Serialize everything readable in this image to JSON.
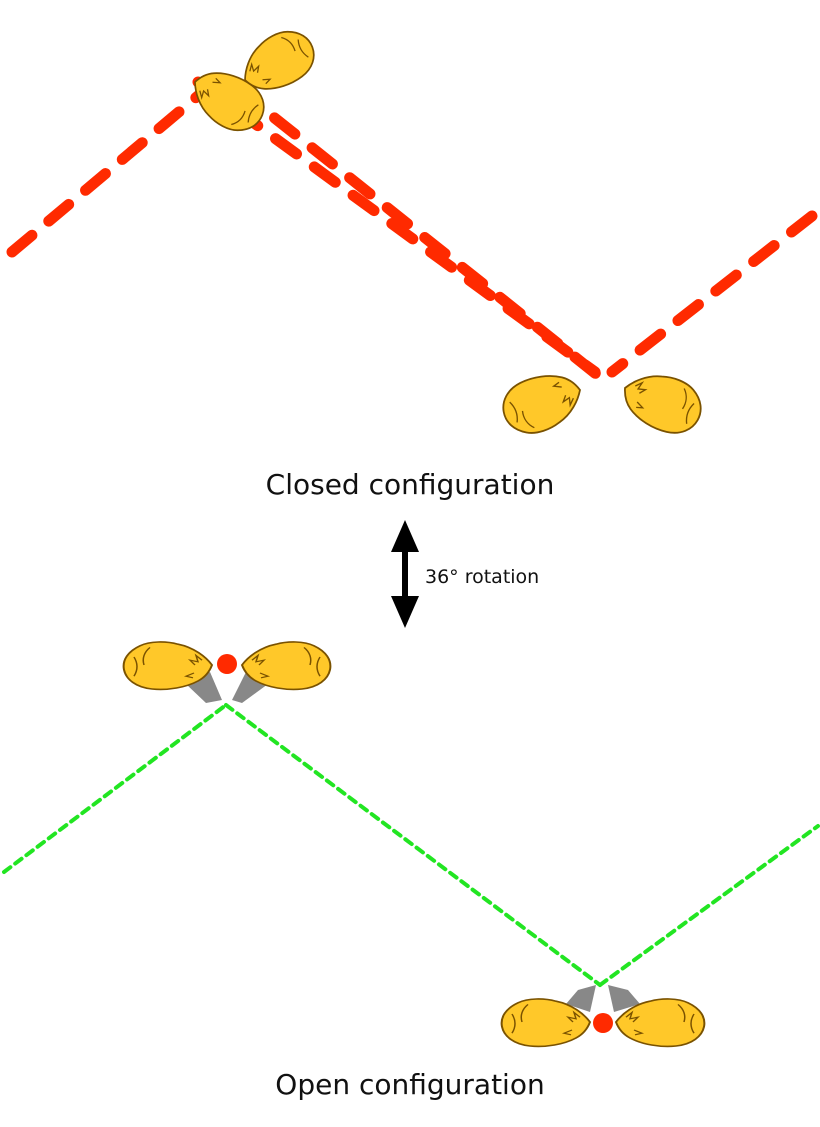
{
  "closed_configuration": {
    "caption": "Closed configuration",
    "line_color": "#ff2a00",
    "line_style": "dashed",
    "lobe_color": "#ffc829",
    "lobe_stroke": "#7a5200"
  },
  "transition": {
    "label": "36° rotation",
    "arrow_icon": "double-headed-vertical-arrow",
    "arrow_color": "#000000"
  },
  "open_configuration": {
    "caption": "Open configuration",
    "line_color": "#22e522",
    "line_style": "dotted",
    "lobe_color": "#ffc829",
    "lobe_stroke": "#7a5200",
    "hinge_color": "#ff2a00",
    "wedge_color": "#888888"
  }
}
